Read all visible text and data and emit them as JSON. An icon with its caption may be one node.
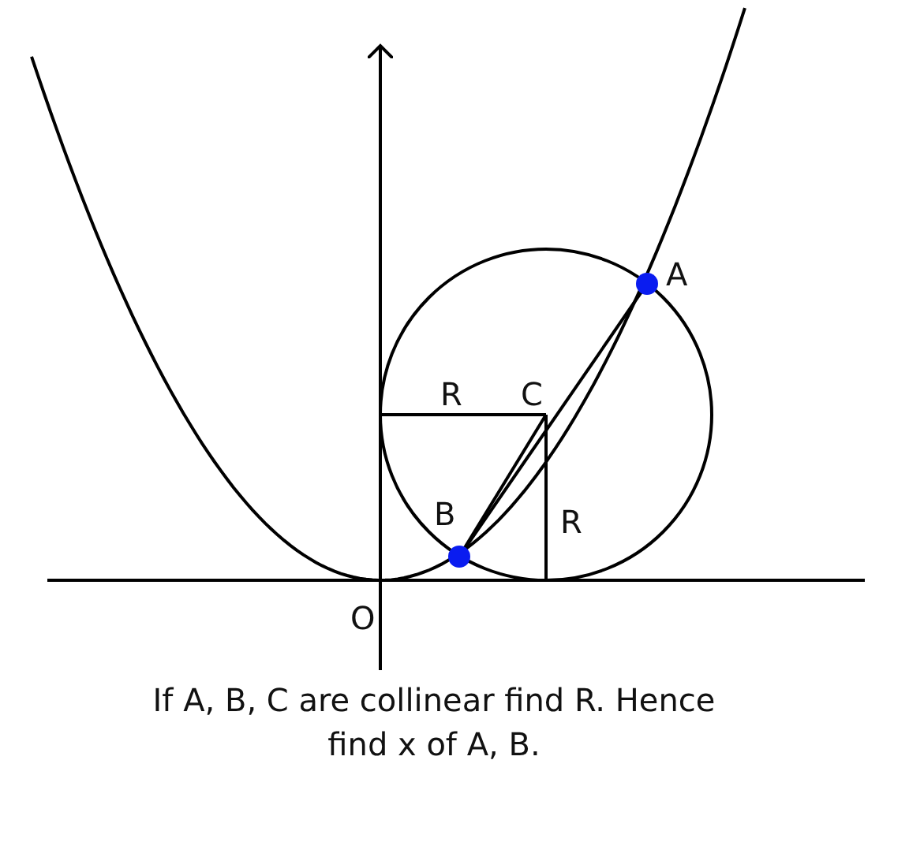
{
  "diagram": {
    "caption": "If A, B, C are collinear find R. Hence find x of A, B.",
    "labels": [
      "A",
      "R",
      "C",
      "B",
      "R",
      "O"
    ]
  }
}
